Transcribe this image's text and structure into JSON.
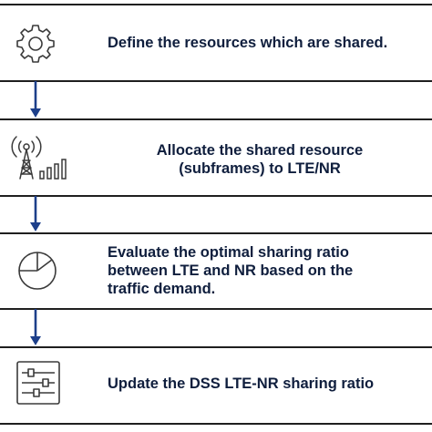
{
  "steps": [
    {
      "icon": "gear-icon",
      "lines": [
        "Define the resources which are shared."
      ]
    },
    {
      "icon": "cell-tower-signal-icon",
      "lines": [
        "Allocate the shared resource",
        "(subframes) to LTE/NR"
      ]
    },
    {
      "icon": "pie-chart-icon",
      "lines": [
        "Evaluate the optimal sharing ratio",
        "between LTE and NR based on the",
        "traffic demand."
      ]
    },
    {
      "icon": "sliders-icon",
      "lines": [
        "Update the DSS LTE-NR sharing ratio"
      ]
    }
  ],
  "colors": {
    "text": "#0f1e3d",
    "arrow": "#1d3f8a",
    "rule": "#1f1f1f",
    "icon": "#3a3a3a"
  }
}
